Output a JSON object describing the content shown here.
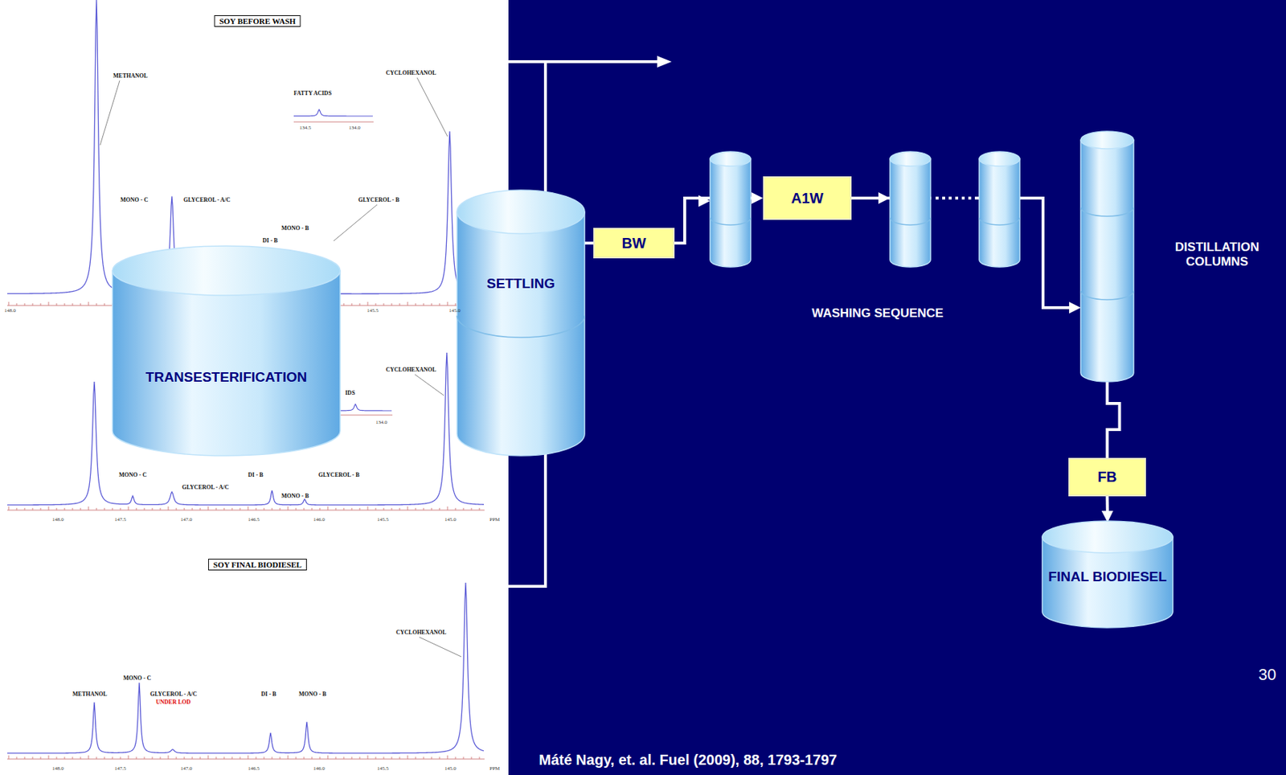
{
  "diagram": {
    "nodes": [
      {
        "text": [
          "TRANSESTERIFICATION"
        ]
      },
      {
        "text": [
          "SETTLING"
        ]
      },
      {
        "text": [
          "BW"
        ]
      },
      {
        "text": [
          "A1W"
        ]
      },
      {
        "text": [
          "DISTILLATION COLUMNS"
        ]
      },
      {
        "text": [
          "FB"
        ]
      },
      {
        "text": [
          "FINAL BIODIESEL"
        ]
      }
    ],
    "edges": [
      {
        "from": 1,
        "to": 2,
        "arrow": "none"
      },
      {
        "from": 2,
        "to": 3,
        "arrow": "to"
      },
      {
        "from": 3,
        "to": 4,
        "arrow": "to"
      },
      {
        "from": 4,
        "to": 5,
        "arrow": "none"
      },
      {
        "from": 5,
        "to": 6,
        "arrow": "to"
      }
    ],
    "labels": [
      "SOY BEFORE WASH",
      "METHANOL",
      "FATTY ACIDS",
      "134.5",
      "134.0",
      "CYCLOHEXANOL",
      "MONO - C",
      "GLYCEROL - A/C",
      "MONO - B",
      "GLYCEROL - B",
      "DI - B",
      "148.0",
      "145.5",
      "145.0",
      "CYCLOHEXANOL",
      "IDS",
      "134.0",
      "MONO - C",
      "GLYCEROL - A/C",
      "DI - B",
      "GLYCEROL - B",
      "MONO - B",
      "148.0",
      "147.5",
      "147.0",
      "146.5",
      "146.0",
      "145.5",
      "145.0",
      "PPM",
      "SOY FINAL BIODIESEL",
      "CYCLOHEXANOL",
      "MONO - C",
      "METHANOL",
      "GLYCEROL - A/C",
      "UNDER LOD",
      "DI - B",
      "MONO - B",
      "148.0",
      "147.5",
      "147.0",
      "146.5",
      "146.0",
      "145.5",
      "145.0",
      "PPM",
      "WASHING SEQUENCE",
      "Máté Nagy, et. al. Fuel (2009), 88, 1793-1797",
      "30"
    ]
  }
}
